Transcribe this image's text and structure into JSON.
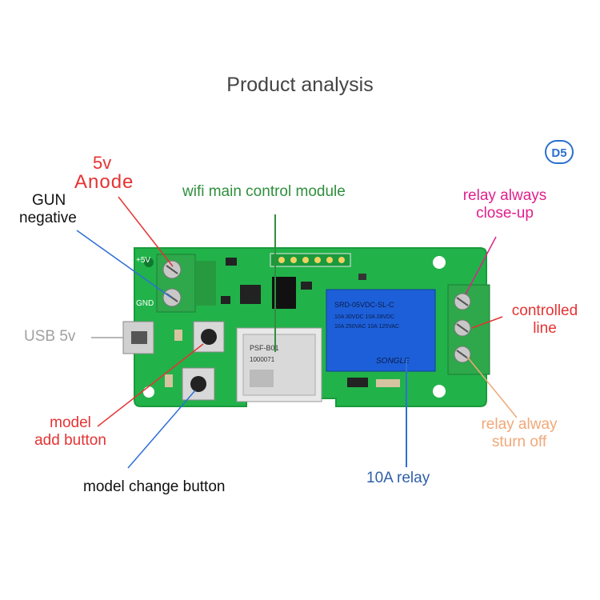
{
  "title": "Product analysis",
  "badge": "D5",
  "labels": {
    "anode_v": "5v",
    "anode": "Anode",
    "gun": "GUN",
    "negative": "negative",
    "wifi": "wifi main control module",
    "relay_close_1": "relay always",
    "relay_close_2": "close-up",
    "controlled_1": "controlled",
    "controlled_2": "line",
    "usb": "USB 5v",
    "model_add_1": "model",
    "model_add_2": "add button",
    "model_change": "model change button",
    "relay_10a": "10A relay",
    "relay_off_1": "relay alway",
    "relay_off_2": "sturn off"
  },
  "board": {
    "silk_5v": "+5V",
    "silk_gnd": "GND",
    "module_text_1": "PSF-B01",
    "module_text_2": "1000071",
    "relay_text_1": "SRD-05VDC-SL-C",
    "relay_text_2": "10A 30VDC 10A 28VDC",
    "relay_text_3": "10A 250VAC 10A 125VAC",
    "relay_brand": "SONGLE"
  },
  "colors": {
    "board": "#22b24a",
    "terminal": "#2ea84a",
    "relay": "#1d5fd8",
    "red": "#e53333",
    "blue": "#2e6fd6",
    "green": "#2f8f3c",
    "magenta": "#e0208c",
    "orange": "#f0a878",
    "gray": "#a0a0a0",
    "relay_label": "#2f5fa8"
  }
}
